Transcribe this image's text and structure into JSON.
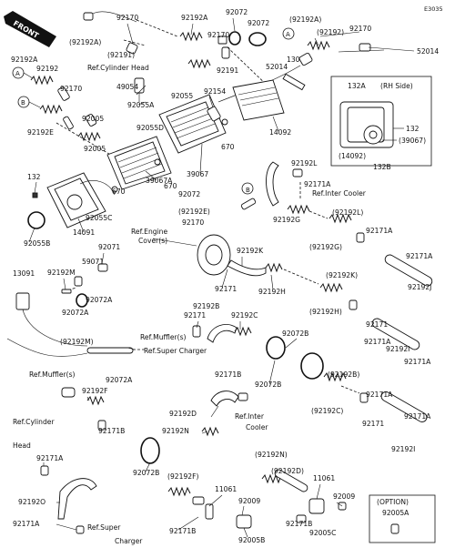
{
  "diagram_code": "E3035",
  "front_label": "FRONT",
  "callouts": {
    "a": "A",
    "b": "B"
  },
  "rh_side": {
    "title": "(RH Side)",
    "labels": {
      "132A": "132A",
      "132": "132",
      "39067p": "(39067)",
      "14092p": "(14092)",
      "132B": "132B"
    }
  },
  "option": {
    "title": "(OPTION)",
    "part": "92005A"
  },
  "labels": {
    "l92170a": "92170",
    "l92192A_1": "92192A",
    "l92072a": "92072",
    "l92072b": "92072",
    "l92192Ap": "(92192A)",
    "l92192p_top": "(92192)",
    "l92170b": "92170",
    "l92192Ap2": "(92192A)",
    "l92191p": "(92191)",
    "l92170c": "92170",
    "l92191": "92191",
    "l52014a": "52014",
    "l130": "130",
    "l52014b": "52014",
    "l92192A_2": "92192A",
    "l92192a": "92192",
    "refCylHead": "Ref.Cylinder Head",
    "l49054": "49054",
    "l92055A": "92055A",
    "l92055": "92055",
    "l92154": "92154",
    "l92170d": "92170",
    "l92005a": "92005",
    "l14092": "14092",
    "l92192E": "92192E",
    "l92055D": "92055D",
    "l670a": "670",
    "l92005b": "92005",
    "l39067": "39067",
    "l39067A": "39067A",
    "l670b": "670",
    "l670c": "670",
    "l132": "132",
    "l92055C": "92055C",
    "l92072c": "92072",
    "l92192L": "92192L",
    "l92171Aa": "92171A",
    "refInterCooler": "Ref.Inter Cooler",
    "l92192Ep": "(92192E)",
    "l92170e": "92170",
    "l92192G": "92192G",
    "l92055B": "92055B",
    "l14091": "14091",
    "refEngineCover": "Ref.Engine",
    "refEngineCover2": "Cover(s)",
    "l92192Lp": "(92192L)",
    "l92171Ab": "92171A",
    "l92071": "92071",
    "l92192K": "92192K",
    "l92192Gp": "(92192G)",
    "l13091": "13091",
    "l59071": "59071",
    "l92192M": "92192M",
    "l92072A": "92072A",
    "l92171a": "92171",
    "l92192H": "92192H",
    "l92192Kp": "(92192K)",
    "l92171Ac": "92171A",
    "l92192J": "92192J",
    "l92072Aa": "92072A",
    "l92192B": "92192B",
    "l92171b": "92171",
    "l92192C": "92192C",
    "l92192Hp": "(92192H)",
    "l92171c": "92171",
    "l92171Ad": "92171A",
    "l92192Mp": "(92192M)",
    "refMuffler": "Ref.Muffler(s)",
    "refSuperCharger": "Ref.Super Charger",
    "l92072B": "92072B",
    "l92192I": "92192I",
    "l92171Ae": "92171A",
    "l92072Ab": "92072A",
    "l92072Ba": "92072B",
    "refMuffler2": "Ref.Muffler(s)",
    "l92192F": "92192F",
    "l92171B": "92171B",
    "l92192Bp": "(92192B)",
    "l92171Af": "92171A",
    "l92192D": "92192D",
    "refInterCooler2": "Ref.Inter",
    "refInterCooler2b": "Cooler",
    "l92192Cp": "(92192C)",
    "l92171d": "92171",
    "l92192N": "92192N",
    "l92171Ag": "92171A",
    "l92171Bb": "92171B",
    "refCylHead2": "Ref.Cylinder",
    "refCylHead2b": "Head",
    "l92171Ah": "92171A",
    "l92192Ia": "92192I",
    "l92192Np": "(92192N)",
    "l92072Bb": "92072B",
    "l92192Dp": "(92192D)",
    "l92192Fp": "(92192F)",
    "l11061a": "11061",
    "l11061b": "11061",
    "l92192O": "92192O",
    "l92009a": "92009",
    "l92009b": "92009",
    "l92171Ai": "92171A",
    "refSuperCharger2": "Ref.Super",
    "refSuperCharger2b": "Charger",
    "l92171Bc": "92171B",
    "l92005B": "92005B",
    "l92171Bd": "92171B",
    "l92005C": "92005C"
  }
}
